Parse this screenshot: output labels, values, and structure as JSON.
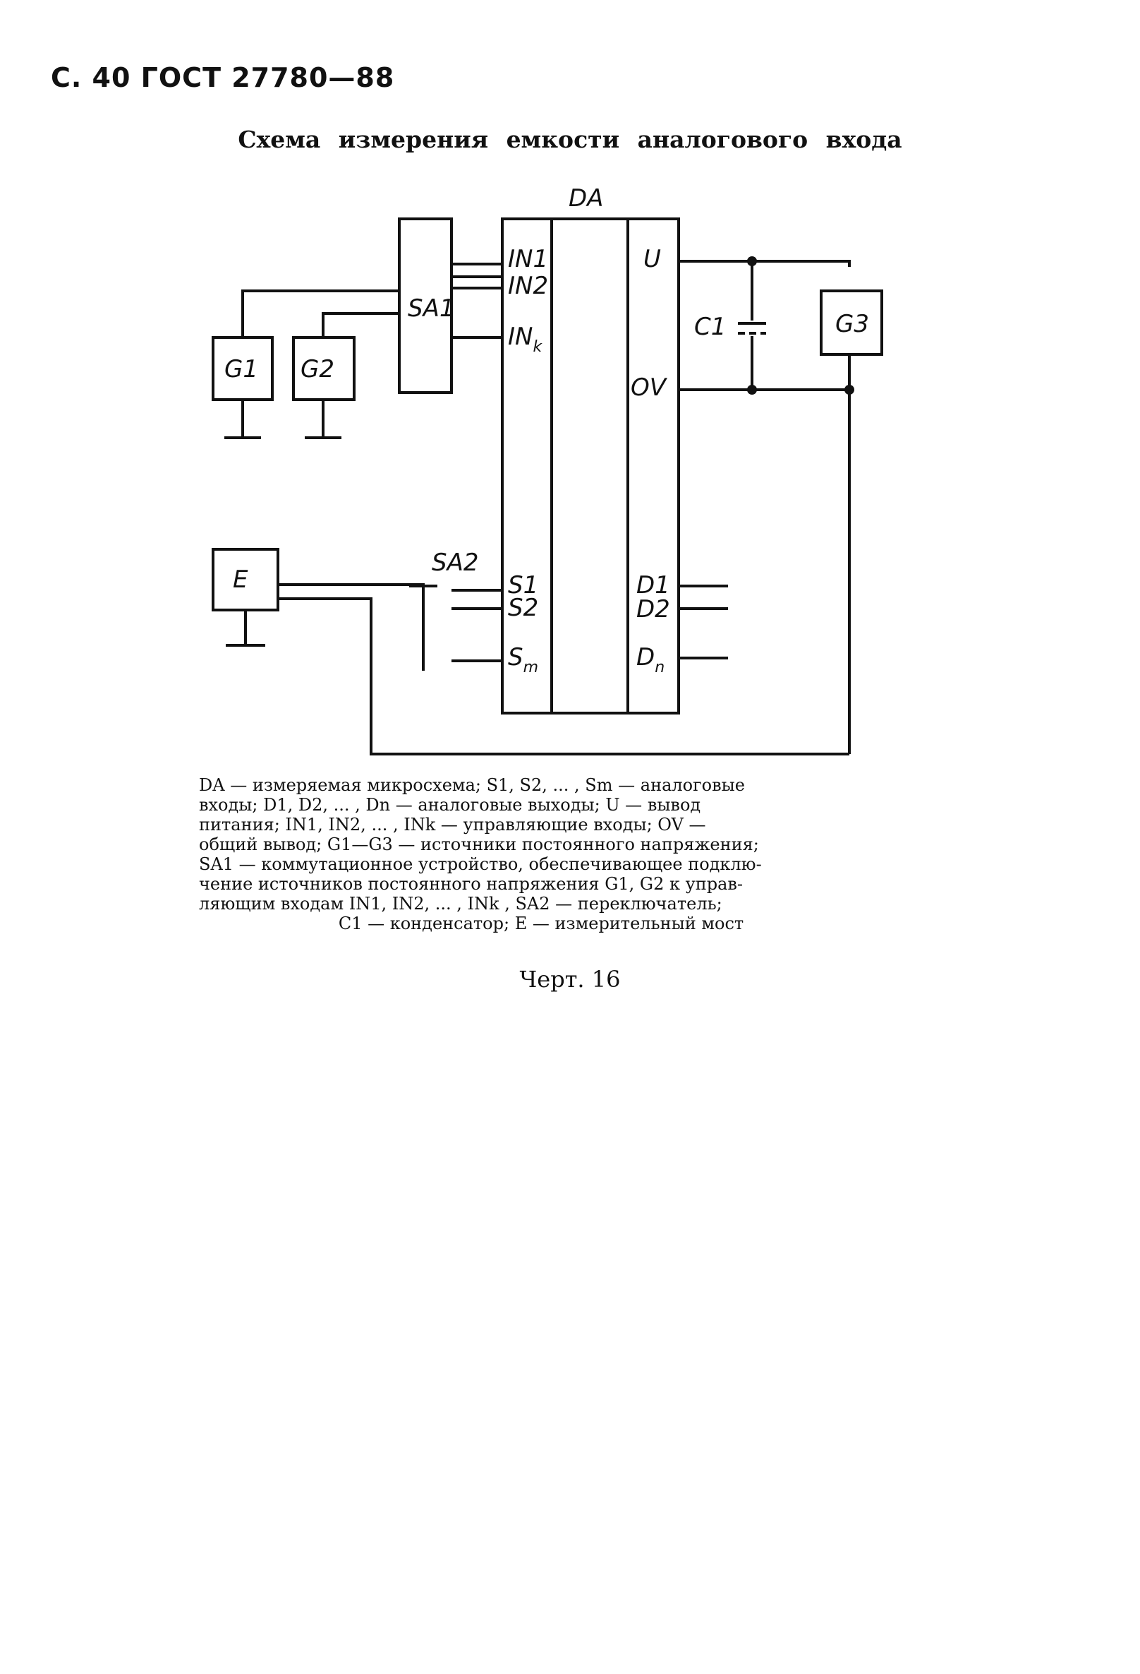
{
  "header": "С. 40 ГОСТ 27780—88",
  "title": "Схема измерения емкости аналогового входа",
  "diagram": {
    "DA": "DA",
    "IN1": "IN1",
    "IN2": "IN2",
    "INk_main": "IN",
    "INk_sub": "k",
    "U": "U",
    "OV": "OV",
    "SA1": "SA1",
    "SA2": "SA2",
    "G1": "G1",
    "G2": "G2",
    "G3": "G3",
    "C1": "C1",
    "E": "E",
    "S1": "S1",
    "S2": "S2",
    "Sm_main": "S",
    "Sm_sub": "m",
    "D1": "D1",
    "D2": "D2",
    "Dn_main": "D",
    "Dn_sub": "n"
  },
  "legend": {
    "line1": "DA — измеряемая микросхема; S1, S2, ... , Sm — аналоговые",
    "line2": "входы; D1, D2, ... , Dn — аналоговые выходы; U — вывод",
    "line3": "питания; IN1, IN2, ... , INk — управляющие входы; OV —",
    "line4": "общий вывод; G1—G3 — источники постоянного напряжения;",
    "line5": "SA1 — коммутационное устройство, обеспечивающее подклю-",
    "line6": "чение источников постоянного напряжения G1, G2 к управ-",
    "line7": "ляющим входам IN1, IN2, ... , INk , SA2 — переключатель;",
    "line8": "C1 — конденсатор; E — измерительный мост"
  },
  "caption": "Черт. 16"
}
